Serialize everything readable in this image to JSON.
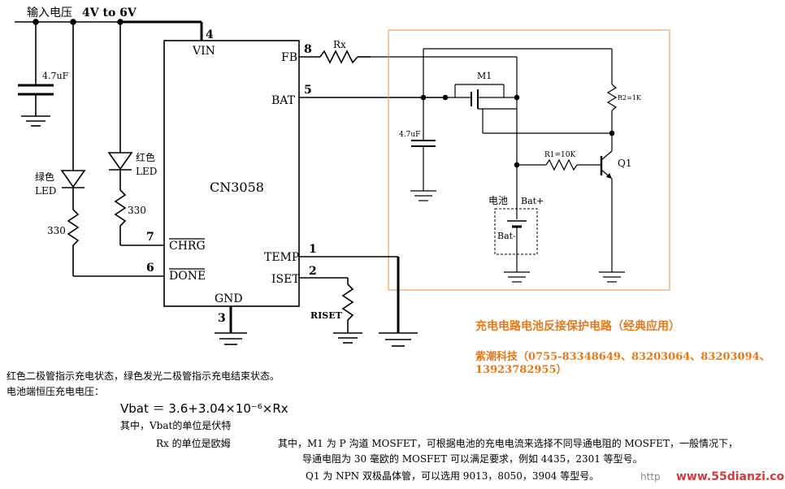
{
  "input_label": "输入电压",
  "input_range": "4V to 6V",
  "ic": {
    "name": "CN3058",
    "pins": {
      "vin": "VIN",
      "vin_num": "4",
      "fb": "FB",
      "fb_num": "8",
      "bat": "BAT",
      "bat_num": "5",
      "chrg": "CHRG",
      "chrg_num": "7",
      "done": "DONE",
      "done_num": "6",
      "temp": "TEMP",
      "temp_num": "1",
      "iset": "ISET",
      "iset_num": "2",
      "gnd": "GND",
      "gnd_num": "3"
    }
  },
  "left": {
    "cap": "4.7uF",
    "green_led_a": "绿色",
    "green_led_b": "LED",
    "red_led_a": "红色",
    "red_led_b": "LED",
    "r1": "330",
    "r2": "330",
    "riset": "RISET"
  },
  "right": {
    "rx": "Rx",
    "m1": "M1",
    "r2": "R2=1K",
    "cap": "4.7uF",
    "r1": "R1=10K",
    "q1": "Q1",
    "battery": "电池",
    "bat_plus": "Bat+",
    "bat_minus": "Bat-"
  },
  "notes": {
    "title": "充电电路电池反接保护电路（经典应用）",
    "company": "紫潮科技（0755-83348649、83203064、83203094、",
    "phone2": "13923782955）",
    "line1": "红色二极管指示充电状态，绿色发光二极管指示充电结束状态。",
    "line2": "电池端恒压充电电压：",
    "formula": "Vbat ＝ 3.6+3.04×10⁻⁶×Rx",
    "unit1": "其中，Vbat的单位是伏特",
    "unit2": "Rx 的单位是欧姆",
    "m1_a": "其中，M1 为 P 沟道 MOSFET，可根据电池的充电电流来选择不同导通电阻的 MOSFET，一般情况下，",
    "m1_b": "导通电阻为 30 毫欧的 MOSFET 可以满足要求，例如 4435，2301 等型号。",
    "q1": "Q1 为 NPN 双极晶体管，可以选用 9013，8050，3904 等型号。",
    "watermark_left": "http",
    "watermark": "www.55dianzi.com"
  }
}
